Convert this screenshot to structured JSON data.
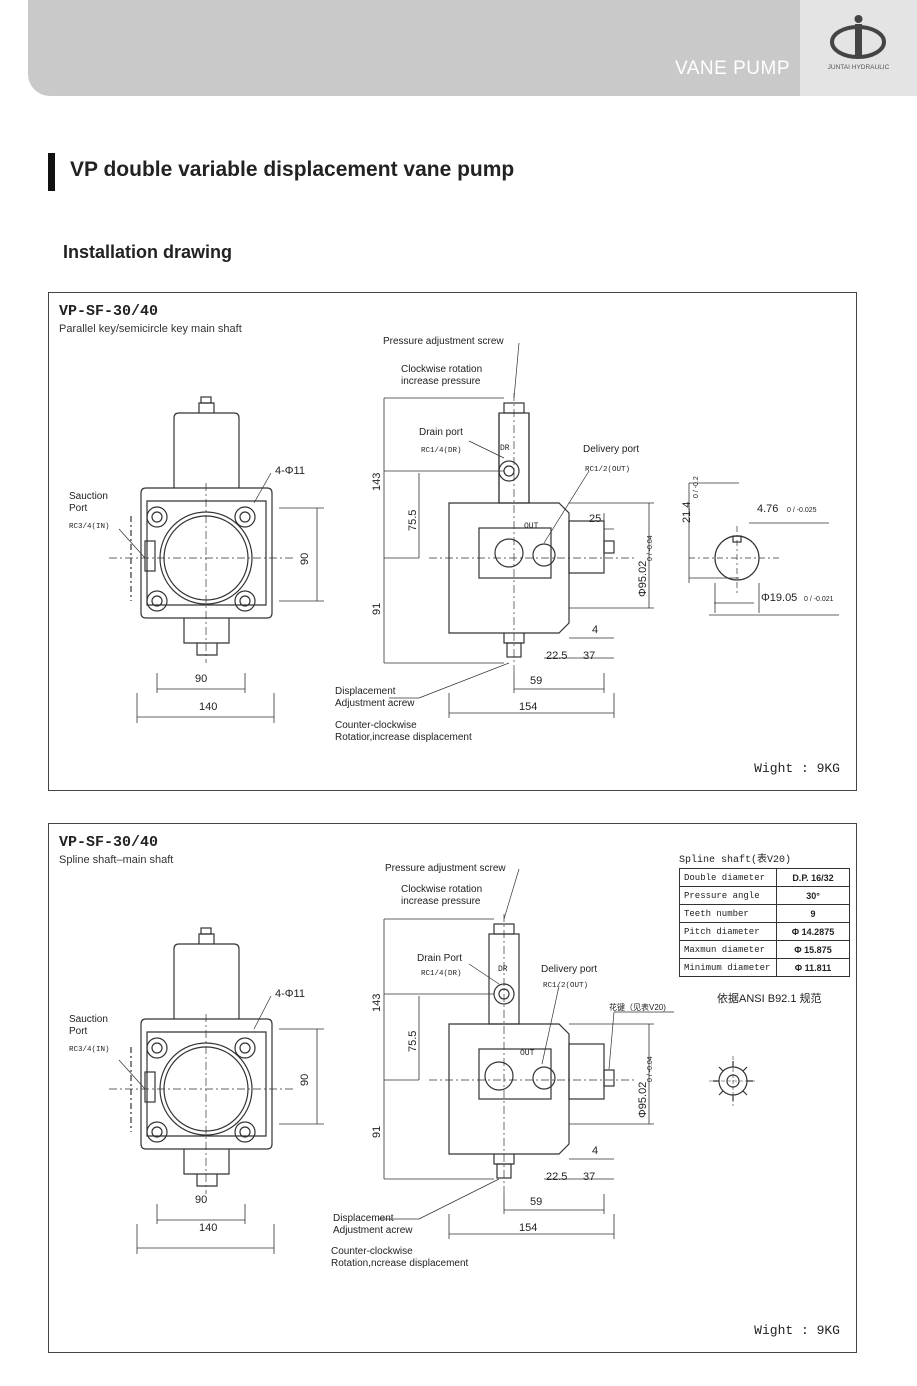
{
  "header": {
    "title": "VANE PUMP",
    "brand": "JUNTAI HYDRAULIC"
  },
  "section": {
    "title": "VP double variable displacement vane pump",
    "subtitle": "Installation drawing"
  },
  "panels": [
    {
      "model": "VP-SF-30/40",
      "description": "Parallel key/semicircle key main shaft",
      "weight": "Wight : 9KG",
      "labels": {
        "suction_port": "Sauction\nPort",
        "suction_code": "RC3/4(IN)",
        "bolt_holes": "4-Φ11",
        "pressure_screw": "Pressure adjustment screw",
        "clockwise": "Clockwise rotation\nincrease pressure",
        "drain_port": "Drain port",
        "drain_code": "RC1/4(DR)",
        "delivery_port": "Delivery port",
        "delivery_code": "RC1/2(OUT)",
        "displacement_screw": "Displacement\nAdjustment acrew",
        "counter_clockwise": "Counter-clockwise\nRotatior,increase displacement",
        "body_dr": "DR",
        "body_out": "OUT"
      },
      "dims": {
        "d90h": "90",
        "d140": "140",
        "d90v": "90",
        "d143": "143",
        "d75": "75.5",
        "d91": "91",
        "d25": "25",
        "d4": "4",
        "d22": "22.5",
        "d37": "37",
        "d59": "59",
        "d154": "154",
        "dia95": "Φ95.02",
        "dia95_tol": "0 / -0.04",
        "key21": "21.4",
        "key21_tol": "0 / -0.2",
        "key476": "4.76",
        "key476_tol": "0 / -0.025",
        "shaft19": "Φ19.05",
        "shaft19_tol": "0 / -0.021"
      }
    },
    {
      "model": "VP-SF-30/40",
      "description": "Spline shaft–main shaft",
      "weight": "Wight : 9KG",
      "labels": {
        "suction_port": "Sauction\nPort",
        "suction_code": "RC3/4(IN)",
        "bolt_holes": "4-Φ11",
        "pressure_screw": "Pressure adjustment screw",
        "clockwise": "Clockwise rotation\nincrease pressure",
        "drain_port": "Drain Port",
        "drain_code": "RC1/4(DR)",
        "delivery_port": "Delivery port",
        "delivery_code": "RC1/2(OUT)",
        "spline_note": "花键（见表V20)",
        "displacement_screw": "Displacement\nAdjustment acrew",
        "counter_clockwise": "Counter-clockwise\nRotation,ncrease displacement",
        "body_dr": "DR",
        "body_out": "OUT"
      },
      "dims": {
        "d90h": "90",
        "d140": "140",
        "d90v": "90",
        "d143": "143",
        "d75": "75.5",
        "d91": "91",
        "d4": "4",
        "d22": "22.5",
        "d37": "37",
        "d59": "59",
        "d154": "154",
        "dia95": "Φ95.02",
        "dia95_tol": "0 / -0.04"
      },
      "spline_table": {
        "title": "Spline shaft(表V20)",
        "rows": [
          {
            "key": "Double diameter",
            "value": "D.P. 16/32"
          },
          {
            "key": "Pressure angle",
            "value": "30°"
          },
          {
            "key": "Teeth number",
            "value": "9"
          },
          {
            "key": "Pitch diameter",
            "value": "Φ 14.2875"
          },
          {
            "key": "Maxmun diameter",
            "value": "Φ 15.875"
          },
          {
            "key": "Minimum diameter",
            "value": "Φ 11.811"
          }
        ],
        "standard": "依据ANSI B92.1 规范"
      }
    }
  ]
}
